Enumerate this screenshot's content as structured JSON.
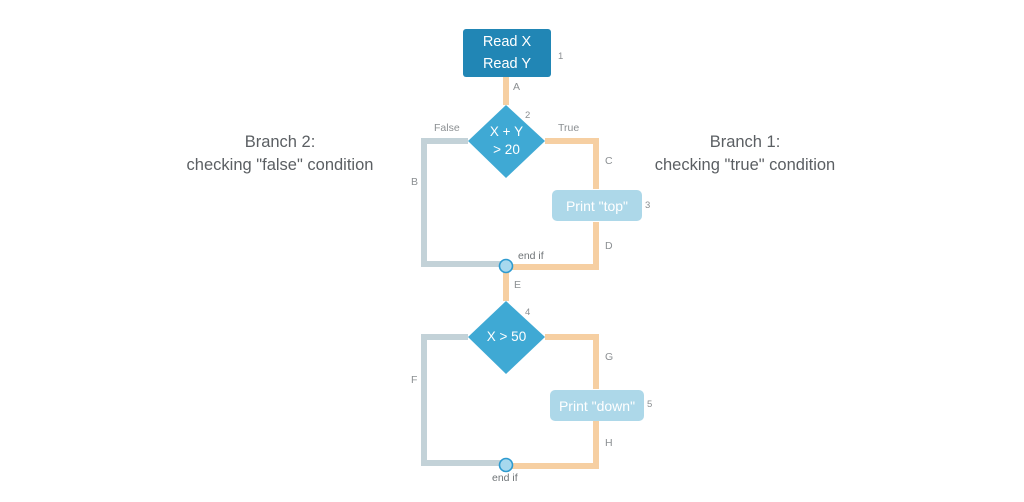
{
  "diagram": {
    "title": "if-statement flowchart",
    "colors": {
      "start_box": "#2186B5",
      "decision": "#3FA9D4",
      "process_box": "#ADD8E9",
      "true_path": "#F6CFA2",
      "false_path": "#C3D2D8",
      "junction_fill": "#A7D8EE",
      "junction_ring": "#2E9BD0",
      "label_text": "#8b8f92",
      "note_text": "#5b5f63"
    },
    "nodes": [
      {
        "id": "start",
        "type": "process",
        "text": "Read X\nRead Y",
        "number": "1"
      },
      {
        "id": "cond1",
        "type": "decision",
        "line1": "X + Y",
        "line2": "> 20",
        "number": "2"
      },
      {
        "id": "print_top",
        "type": "process",
        "text": "Print \"top\"",
        "number": "3"
      },
      {
        "id": "cond2",
        "type": "decision",
        "line1": "X > 50",
        "line2": "",
        "number": "4"
      },
      {
        "id": "print_down",
        "type": "process",
        "text": "Print \"down\"",
        "number": "5"
      }
    ],
    "edge_labels": {
      "a": "A",
      "b": "B",
      "c": "C",
      "d": "D",
      "e": "E",
      "f": "F",
      "g": "G",
      "h": "H"
    },
    "branch_labels": {
      "false": "False",
      "true": "True"
    },
    "junctions": [
      {
        "id": "endif-1",
        "label": "end if"
      },
      {
        "id": "endif-2",
        "label": "end if"
      }
    ],
    "notes": {
      "left": "Branch 2:\nchecking \"false\" condition",
      "right": "Branch 1:\nchecking \"true\" condition"
    }
  }
}
